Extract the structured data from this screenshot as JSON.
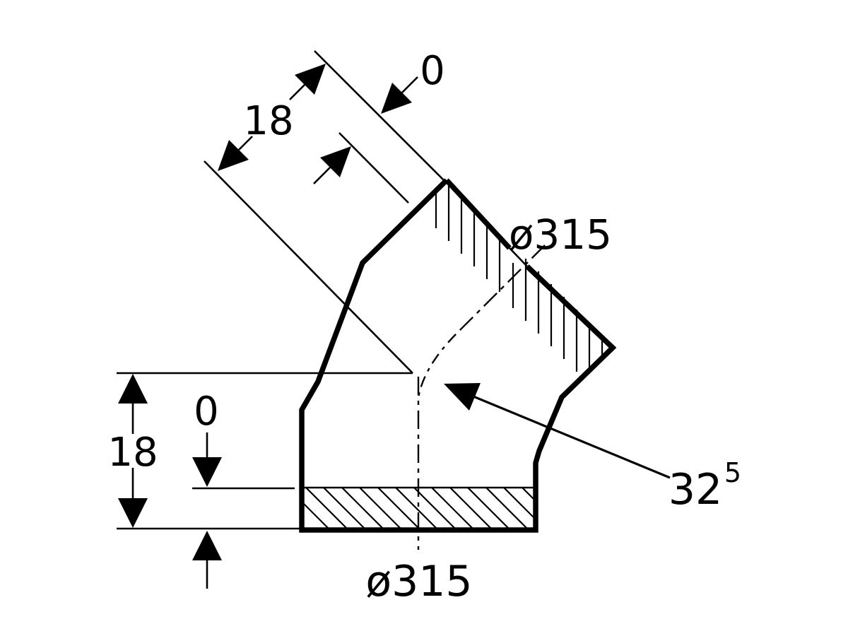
{
  "drawing": {
    "labels": {
      "top_zero": "0",
      "top_eighteen": "18",
      "diameter_top": "ø315",
      "left_eighteen": "18",
      "left_zero": "0",
      "diameter_bottom": "ø315",
      "angle_value": "32",
      "angle_superscript": "5"
    },
    "colors": {
      "ink": "#000000",
      "background": "#ffffff"
    }
  }
}
